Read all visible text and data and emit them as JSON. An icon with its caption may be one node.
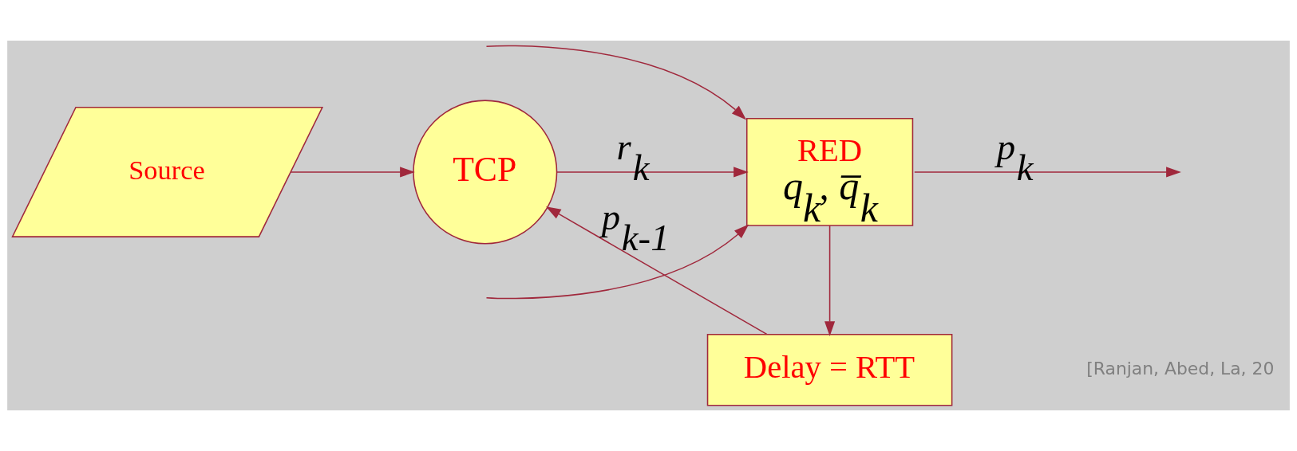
{
  "diagram": {
    "nodes": [
      {
        "text": [
          "Source"
        ]
      },
      {
        "text": [
          "TCP"
        ]
      },
      {
        "text": [
          "RED",
          "q$_{k}$, q̅$_{k}$"
        ]
      },
      {
        "text": [
          "Delay = RTT"
        ]
      }
    ],
    "edges": [
      {
        "from": 0,
        "to": 1,
        "arrow": "to"
      },
      {
        "from": 1,
        "to": 2,
        "arrow": "to",
        "label": "r$_{k}$"
      },
      {
        "from": null,
        "to": 2,
        "arrow": "to"
      },
      {
        "from": null,
        "to": 2,
        "arrow": "to"
      },
      {
        "from": 2,
        "to": null,
        "arrow": "to",
        "label": "p$_{k}$"
      },
      {
        "from": 2,
        "to": 3,
        "arrow": "to"
      },
      {
        "from": 3,
        "to": 1,
        "arrow": "to",
        "label": "p$_{k-1}$"
      }
    ],
    "labels": [
      "[Ranjan, Abed, La, 20"
    ]
  }
}
